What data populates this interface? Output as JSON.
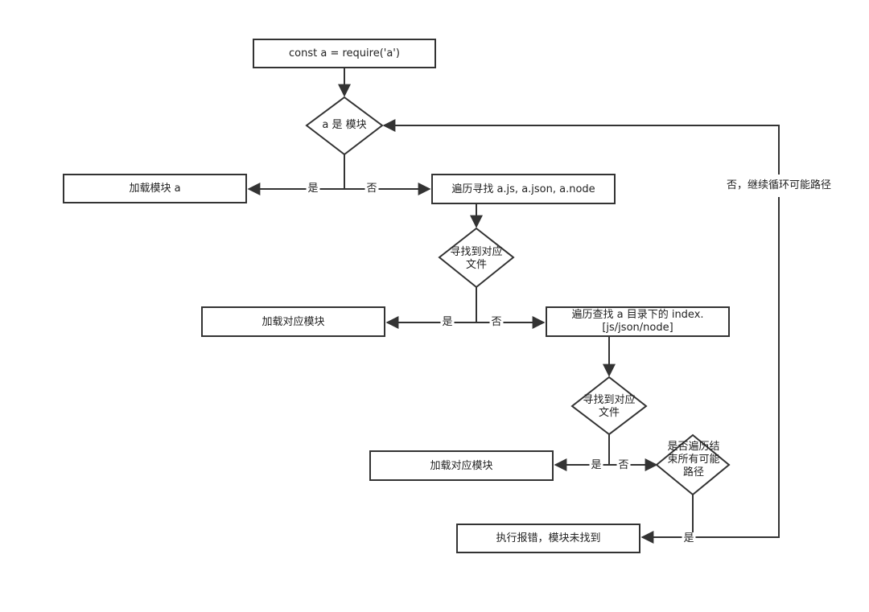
{
  "nodes": {
    "start": "const a = require('a')",
    "is_module": "a 是 模块",
    "load_module_a": "加载模块 a",
    "traverse_files": "遍历寻找 a.js, a.json, a.node",
    "found_file_1": "寻找到对应\n文件",
    "load_file_1": "加载对应模块",
    "traverse_index": "遍历查找 a 目录下的 index.\n[js/json/node]",
    "found_file_2": "寻找到对应\n文件",
    "load_file_2": "加载对应模块",
    "all_paths_done": "是否遍历结\n束所有可能\n路径",
    "error": "执行报错，模块未找到"
  },
  "edge_labels": {
    "yes_1": "是",
    "no_1": "否",
    "yes_2": "是",
    "no_2": "否",
    "yes_3": "是",
    "no_3": "否",
    "yes_4": "是",
    "loop_back": "否，继续循环可能路径"
  },
  "colors": {
    "stroke": "#333333",
    "fill": "#ffffff",
    "text": "#222222"
  }
}
